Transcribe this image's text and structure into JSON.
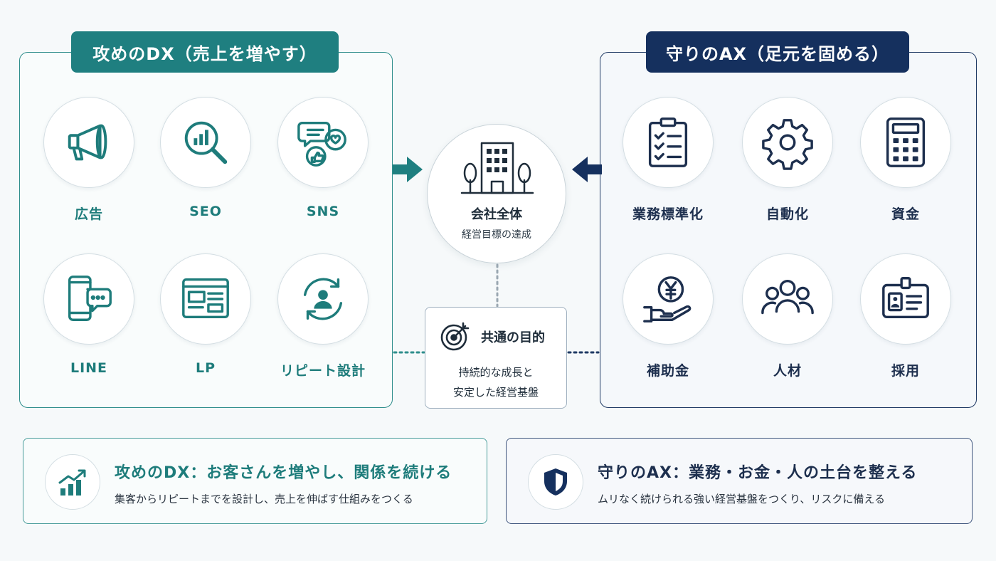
{
  "colors": {
    "dx": "#1f7f80",
    "ax": "#15305e",
    "dx_text": "#1e7c7b",
    "ax_text": "#1d2f4e"
  },
  "dx_panel": {
    "tag": "攻めのDX（売上を増やす）",
    "items": [
      {
        "label": "広告",
        "icon": "megaphone-icon"
      },
      {
        "label": "SEO",
        "icon": "search-chart-icon"
      },
      {
        "label": "SNS",
        "icon": "social-chat-icon"
      },
      {
        "label": "LINE",
        "icon": "smartphone-chat-icon"
      },
      {
        "label": "LP",
        "icon": "webpage-icon"
      },
      {
        "label": "リピート設計",
        "icon": "repeat-user-icon"
      }
    ]
  },
  "ax_panel": {
    "tag": "守りのAX（足元を固める）",
    "items": [
      {
        "label": "業務標準化",
        "icon": "checklist-icon"
      },
      {
        "label": "自動化",
        "icon": "gear-icon"
      },
      {
        "label": "資金",
        "icon": "calculator-icon"
      },
      {
        "label": "補助金",
        "icon": "yen-hand-icon"
      },
      {
        "label": "人材",
        "icon": "people-icon"
      },
      {
        "label": "採用",
        "icon": "id-card-icon"
      }
    ]
  },
  "center": {
    "title": "会社全体",
    "subtitle": "経営目標の達成",
    "icon": "building-icon"
  },
  "goal": {
    "title": "共通の目的",
    "line1": "持続的な成長と",
    "line2": "安定した経営基盤",
    "icon": "target-icon"
  },
  "bottom_dx": {
    "title": "攻めのDX：お客さんを増やし、関係を続ける",
    "subtitle": "集客からリピートまでを設計し、売上を伸ばす仕組みをつくる",
    "icon": "growth-chart-icon"
  },
  "bottom_ax": {
    "title": "守りのAX：業務・お金・人の土台を整える",
    "subtitle": "ムリなく続けられる強い経営基盤をつくり、リスクに備える",
    "icon": "shield-icon"
  }
}
